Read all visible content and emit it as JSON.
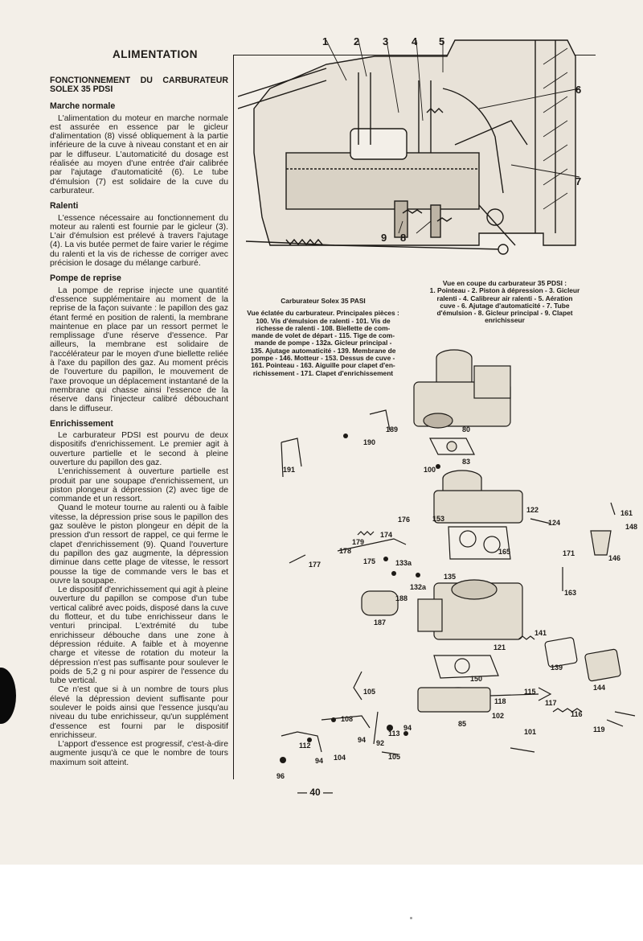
{
  "section_title": "ALIMENTATION",
  "subtitle": "FONCTIONNEMENT DU CARBURATEUR SOLEX 35 PDSI",
  "sections": [
    {
      "heading": "Marche normale",
      "paragraphs": [
        "L'alimentation du moteur en marche normale est assurée en essence par le gicleur d'alimentation (8) vissé obliquement à la partie inférieure de la cuve à niveau constant et en air par le diffuseur. L'automaticité du dosage est réalisée au moyen d'une entrée d'air calibrée par l'ajutage d'automaticité (6). Le tube d'émulsion (7) est solidaire de la cuve du carburateur."
      ]
    },
    {
      "heading": "Ralenti",
      "paragraphs": [
        "L'essence nécessaire au fonctionnement du moteur au ralenti est fournie par le gicleur (3). L'air d'émulsion est prélevé à travers l'ajutage (4). La vis butée permet de faire varier le régime du ralenti et la vis de richesse de corriger avec précision le dosage du mélange carburé."
      ]
    },
    {
      "heading": "Pompe de reprise",
      "paragraphs": [
        "La pompe de reprise injecte une quantité d'essence supplémentaire au moment de la reprise de la façon suivante : le papillon des gaz étant fermé en position de ralenti, la membrane maintenue en place par un ressort permet le remplissage d'une réserve d'essence. Par ailleurs, la membrane est solidaire de l'accélérateur par le moyen d'une biellette reliée à l'axe du papillon des gaz. Au moment précis de l'ouverture du papillon, le mouvement de l'axe provoque un déplacement instantané de la membrane qui chasse ainsi l'essence de la réserve dans l'injecteur calibré débouchant dans le diffuseur."
      ]
    },
    {
      "heading": "Enrichissement",
      "paragraphs": [
        "Le carburateur PDSI est pourvu de deux dispositifs d'enrichissement. Le premier agit à ouverture partielle et le second à pleine ouverture du papillon des gaz.",
        "L'enrichissement à ouverture partielle est produit par une soupape d'enrichissement, un piston plongeur à dépression (2) avec tige de commande et un ressort.",
        "Quand le moteur tourne au ralenti ou à faible vitesse, la dépression prise sous le papillon des gaz soulève le piston plongeur en dépit de la pression d'un ressort de rappel, ce qui ferme le clapet d'enrichissement (9). Quand l'ouverture du papillon des gaz augmente, la dépression diminue dans cette plage de vitesse, le ressort pousse la tige de commande vers le bas et ouvre la soupape.",
        "Le dispositif d'enrichissement qui agit à pleine ouverture du papillon se compose d'un tube vertical calibré avec poids, disposé dans la cuve du flotteur, et du tube enrichisseur dans le venturi principal. L'extrémité du tube enrichisseur débouche dans une zone à dépression réduite. A faible et à moyenne charge et vitesse de rotation du moteur la dépression n'est pas suffisante pour soulever le poids de 5,2 g ni pour aspirer de l'essence du tube vertical.",
        "Ce n'est que si à un nombre de tours plus élevé la dépression devient suffisante pour soulever le poids ainsi que l'essence jusqu'au niveau du tube enrichisseur, qu'un supplément d'essence est fourni par le dispositif enrichisseur.",
        "L'apport d'essence est progressif, c'est-à-dire augmente jusqu'à ce que le nombre de tours maximum soit atteint."
      ]
    }
  ],
  "top_figure": {
    "callouts": [
      "1",
      "2",
      "3",
      "4",
      "5",
      "6",
      "7",
      "8",
      "9"
    ],
    "caption_lines": [
      "Vue en coupe du carburateur 35 PDSI :",
      "1. Pointeau - 2. Piston à dépression - 3. Gicleur",
      "ralenti - 4. Calibreur air ralenti - 5. Aération",
      "cuve - 6. Ajutage d'automaticité - 7. Tube",
      "d'émulsion - 8. Gicleur principal - 9. Clapet",
      "enrichisseur"
    ]
  },
  "exploded_figure": {
    "title": "Carburateur Solex 35 PASI",
    "caption_lines": [
      "Vue éclatée du carburateur. Principales pièces :",
      "100. Vis d'émulsion de ralenti - 101. Vis de",
      "richesse de ralenti - 108. Biellette de com-",
      "mande de volet de départ - 115. Tige de com-",
      "mande de pompe - 132a. Gicleur principal -",
      "135. Ajutage automaticité - 139. Membrane de",
      "pompe - 146. Motteur - 153. Dessus de cuve -",
      "161. Pointeau - 163. Aiguille pour clapet d'en-",
      "richissement - 171. Clapet d'enrichissement"
    ],
    "callouts": [
      "80",
      "83",
      "85",
      "92",
      "94",
      "94",
      "94",
      "96",
      "100",
      "101",
      "102",
      "104",
      "105",
      "105",
      "108",
      "112",
      "113",
      "115",
      "116",
      "117",
      "118",
      "119",
      "121",
      "122",
      "124",
      "132a",
      "133a",
      "135",
      "139",
      "141",
      "144",
      "146",
      "148",
      "150",
      "153",
      "161",
      "163",
      "165",
      "171",
      "174",
      "175",
      "176",
      "177",
      "178",
      "179",
      "187",
      "188",
      "189",
      "190",
      "191"
    ]
  },
  "page_number": "— 40 —"
}
